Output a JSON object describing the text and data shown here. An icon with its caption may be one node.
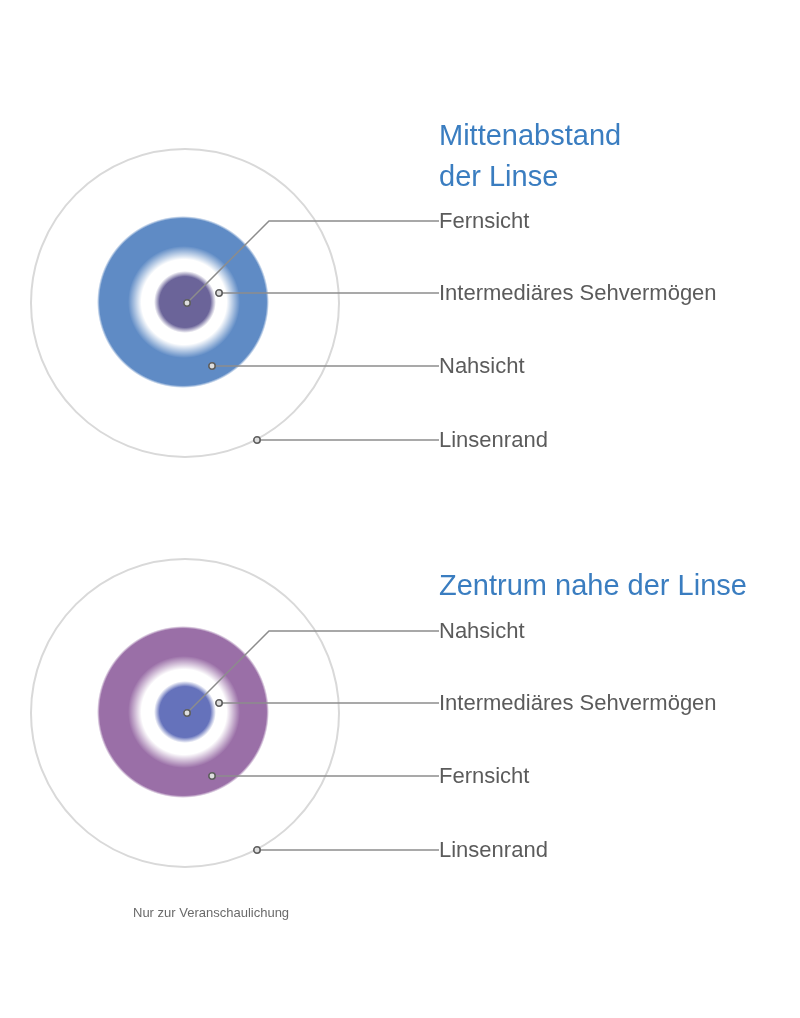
{
  "diagram": {
    "caption": "Nur zur Veranschaulichung",
    "nodes": [
      {
        "text": [],
        "shape": "circle"
      },
      {
        "text": [],
        "shape": "circle",
        "in": 0
      },
      {
        "text": [],
        "shape": "ring",
        "in": 1
      },
      {
        "text": [],
        "shape": "circle",
        "in": 2
      },
      {
        "text": [
          "Fernsicht"
        ]
      },
      {
        "text": [
          "Intermediäres Sehvermögen"
        ]
      },
      {
        "text": [
          "Nahsicht"
        ]
      },
      {
        "text": [
          "Linsenrand"
        ]
      },
      {
        "text": [],
        "shape": "circle"
      },
      {
        "text": [],
        "shape": "circle",
        "in": 8
      },
      {
        "text": [],
        "shape": "ring",
        "in": 9
      },
      {
        "text": [],
        "shape": "circle",
        "in": 10
      },
      {
        "text": [
          "Nahsicht"
        ]
      },
      {
        "text": [
          "Intermediäres Sehvermögen"
        ]
      },
      {
        "text": [
          "Fernsicht"
        ]
      },
      {
        "text": [
          "Linsenrand"
        ]
      }
    ],
    "edges": [
      {
        "from": 4,
        "to": 3,
        "arrow": "other"
      },
      {
        "from": 5,
        "to": 2,
        "arrow": "other"
      },
      {
        "from": 6,
        "to": 1,
        "arrow": "other"
      },
      {
        "from": 7,
        "to": 0,
        "arrow": "other"
      },
      {
        "from": 12,
        "to": 11,
        "arrow": "other"
      },
      {
        "from": 13,
        "to": 10,
        "arrow": "other"
      },
      {
        "from": 14,
        "to": 9,
        "arrow": "other"
      },
      {
        "from": 15,
        "to": 8,
        "arrow": "other"
      }
    ],
    "labels": [
      "Mittenabstand der Linse",
      "Zentrum nahe der Linse"
    ]
  }
}
